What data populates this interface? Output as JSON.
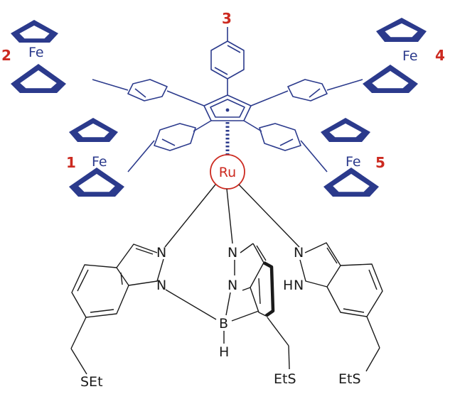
{
  "molecule": {
    "metal_center": "Ru",
    "ferrocene_numbers": [
      "1",
      "2",
      "3",
      "4",
      "5"
    ],
    "iron_label": "Fe",
    "hydrogen_labels": [
      "H",
      "H"
    ],
    "nitrogen_label": "N",
    "boron_label": "B",
    "substituent_labels": [
      "SEt",
      "EtS",
      "EtS"
    ]
  },
  "colors": {
    "ligand_blue": "#2b3a8c",
    "accent_red": "#cc2a20",
    "bond_black": "#1a1a1a"
  }
}
